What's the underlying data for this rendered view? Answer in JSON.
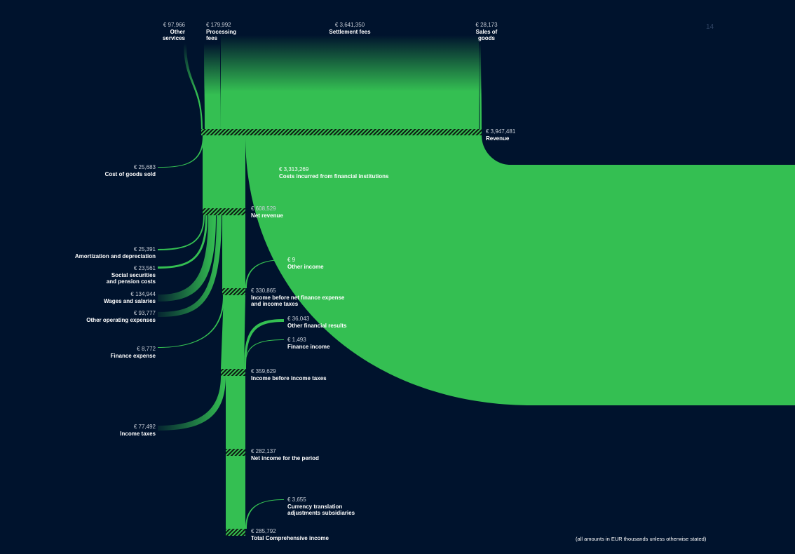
{
  "page_number": "14",
  "footnote": "(all amounts in EUR thousands unless otherwise stated)",
  "colors": {
    "background": "#00132d",
    "flow": "#34bf52",
    "hatch": "#0c1a10"
  },
  "nodes": {
    "other_services": {
      "value": "€ 97,966",
      "label": "Other services"
    },
    "processing_fees": {
      "value": "€ 179,992",
      "label": "Processing fees"
    },
    "settlement_fees": {
      "value": "€ 3,641,350",
      "label": "Settlement fees"
    },
    "sales_of_goods": {
      "value": "€ 28,173",
      "label": "Sales of goods"
    },
    "revenue": {
      "value": "€ 3,947,481",
      "label": "Revenue"
    },
    "cost_of_goods_sold": {
      "value": "€ 25,683",
      "label": "Cost of goods sold"
    },
    "costs_financial_institutions": {
      "value": "€ 3,313,269",
      "label": "Costs incurred from financial institutions"
    },
    "net_revenue": {
      "value": "€ 608,529",
      "label": "Net revenue"
    },
    "amortization": {
      "value": "€ 25,391",
      "label": "Amortization and depreciation"
    },
    "social_securities": {
      "value": "€ 23,561",
      "label": "Social securities",
      "label2": "and pension costs"
    },
    "wages": {
      "value": "€ 134,944",
      "label": "Wages and salaries"
    },
    "other_opex": {
      "value": "€ 93,777",
      "label": "Other operating expenses"
    },
    "other_income": {
      "value": "€ 9",
      "label": "Other income"
    },
    "ebit": {
      "value": "€ 330,865",
      "label": "Income before net finance expense",
      "label2": "and income taxes"
    },
    "other_financial_results": {
      "value": "€ 36,043",
      "label": "Other financial results"
    },
    "finance_income": {
      "value": "€ 1,493",
      "label": "Finance income"
    },
    "finance_expense": {
      "value": "€ 8,772",
      "label": "Finance expense"
    },
    "ebt": {
      "value": "€ 359,629",
      "label": "Income before income taxes"
    },
    "income_taxes": {
      "value": "€ 77,492",
      "label": "Income taxes"
    },
    "net_income": {
      "value": "€ 282,137",
      "label": "Net income for the period"
    },
    "currency_translation": {
      "value": "€ 3,655",
      "label": "Currency translation",
      "label2": "adjustments subsidiaries"
    },
    "total_comprehensive": {
      "value": "€ 285,792",
      "label": "Total Comprehensive income"
    }
  }
}
